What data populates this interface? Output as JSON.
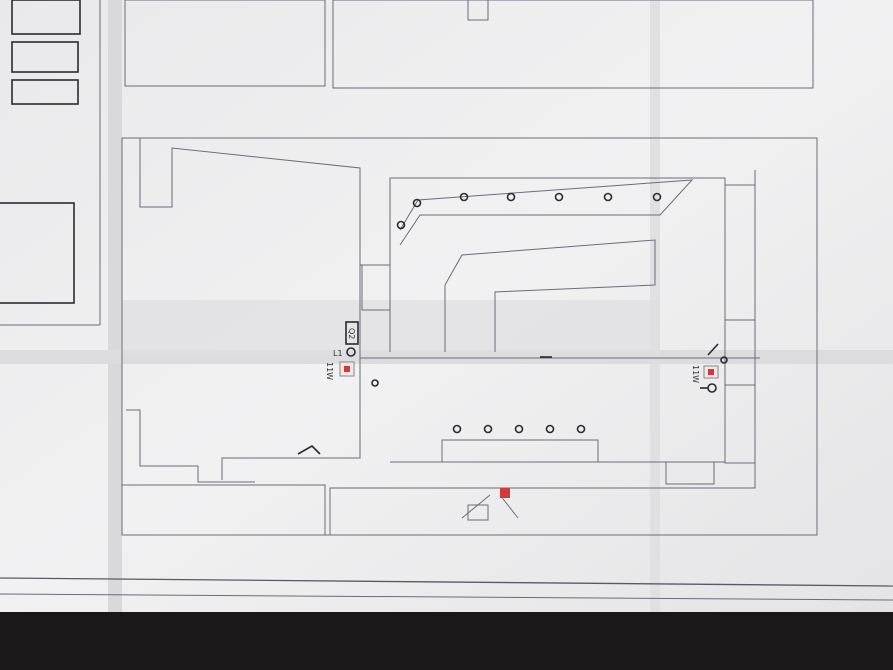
{
  "plan": {
    "labels": {
      "light_1": "L1",
      "switch_q2": "Q2",
      "socket_left": "11W",
      "socket_right": "11W"
    },
    "colors": {
      "paper": "#ececed",
      "line": "#6a6d78",
      "marker": "#d23a3a",
      "background": "#1a1818"
    },
    "ceiling_lights_top_row": 6,
    "ceiling_lights_bottom_row": 5
  }
}
